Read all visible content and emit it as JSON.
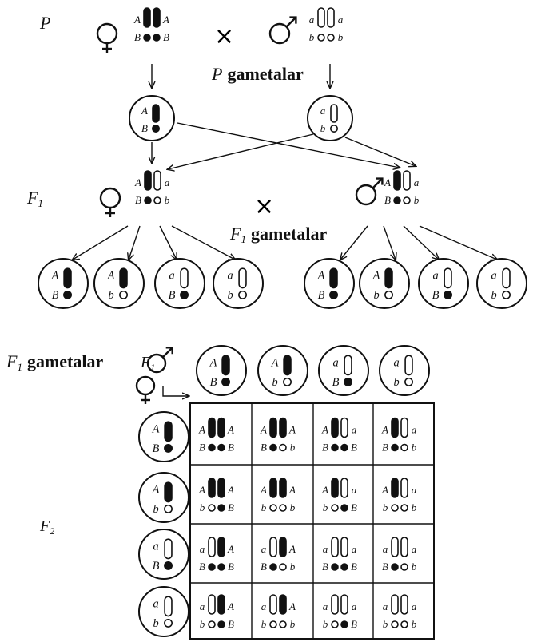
{
  "labels": {
    "parents": "P",
    "parent_gametes": "gametalar",
    "parent_gametes_prefix": "P",
    "f1": "F",
    "f1_sub": "1",
    "f1_gametes": "gametalar",
    "f2": "F",
    "f2_sub": "2",
    "cross": "×"
  },
  "parents": {
    "female": {
      "top_left": "A",
      "top_right": "A",
      "bottom_left": "B",
      "bottom_right": "B",
      "chromosomes": [
        "dark",
        "dark"
      ],
      "dots": [
        "filled",
        "filled"
      ]
    },
    "male": {
      "top_left": "a",
      "top_right": "a",
      "bottom_left": "b",
      "bottom_right": "b",
      "chromosomes": [
        "light",
        "light"
      ],
      "dots": [
        "open",
        "open"
      ]
    }
  },
  "p_gametes": [
    {
      "top": "A",
      "bottom": "B",
      "chromosome": "dark",
      "dot": "filled"
    },
    {
      "top": "a",
      "bottom": "b",
      "chromosome": "light",
      "dot": "open"
    }
  ],
  "f1": {
    "female": {
      "top_left": "A",
      "top_right": "a",
      "bottom_left": "B",
      "bottom_right": "b",
      "chromosomes": [
        "dark",
        "light"
      ],
      "dots": [
        "filled",
        "open"
      ]
    },
    "male": {
      "top_left": "A",
      "top_right": "a",
      "bottom_left": "B",
      "bottom_right": "b",
      "chromosomes": [
        "dark",
        "light"
      ],
      "dots": [
        "filled",
        "open"
      ]
    }
  },
  "f1_gametes": [
    {
      "top": "A",
      "bottom": "B",
      "chromosome": "dark",
      "dot": "filled"
    },
    {
      "top": "A",
      "bottom": "b",
      "chromosome": "dark",
      "dot": "open"
    },
    {
      "top": "a",
      "bottom": "B",
      "chromosome": "light",
      "dot": "filled"
    },
    {
      "top": "a",
      "bottom": "b",
      "chromosome": "light",
      "dot": "open"
    }
  ],
  "punnett": {
    "header_male": [
      {
        "top": "A",
        "bottom": "B",
        "chromosome": "dark",
        "dot": "filled"
      },
      {
        "top": "A",
        "bottom": "b",
        "chromosome": "dark",
        "dot": "open"
      },
      {
        "top": "a",
        "bottom": "B",
        "chromosome": "light",
        "dot": "filled"
      },
      {
        "top": "a",
        "bottom": "b",
        "chromosome": "light",
        "dot": "open"
      }
    ],
    "header_female": [
      {
        "top": "A",
        "bottom": "B",
        "chromosome": "dark",
        "dot": "filled"
      },
      {
        "top": "A",
        "bottom": "b",
        "chromosome": "dark",
        "dot": "open"
      },
      {
        "top": "a",
        "bottom": "B",
        "chromosome": "light",
        "dot": "filled"
      },
      {
        "top": "a",
        "bottom": "b",
        "chromosome": "light",
        "dot": "open"
      }
    ],
    "cells": [
      [
        {
          "tl": "A",
          "tr": "A",
          "bl": "B",
          "br": "B",
          "c": [
            "dark",
            "dark"
          ],
          "d": [
            "filled",
            "filled"
          ]
        },
        {
          "tl": "A",
          "tr": "A",
          "bl": "B",
          "br": "b",
          "c": [
            "dark",
            "dark"
          ],
          "d": [
            "filled",
            "open"
          ]
        },
        {
          "tl": "A",
          "tr": "a",
          "bl": "B",
          "br": "B",
          "c": [
            "dark",
            "light"
          ],
          "d": [
            "filled",
            "filled"
          ]
        },
        {
          "tl": "A",
          "tr": "a",
          "bl": "B",
          "br": "b",
          "c": [
            "dark",
            "light"
          ],
          "d": [
            "filled",
            "open"
          ]
        }
      ],
      [
        {
          "tl": "A",
          "tr": "A",
          "bl": "b",
          "br": "B",
          "c": [
            "dark",
            "dark"
          ],
          "d": [
            "open",
            "filled"
          ]
        },
        {
          "tl": "A",
          "tr": "A",
          "bl": "b",
          "br": "b",
          "c": [
            "dark",
            "dark"
          ],
          "d": [
            "open",
            "open"
          ]
        },
        {
          "tl": "A",
          "tr": "a",
          "bl": "b",
          "br": "B",
          "c": [
            "dark",
            "light"
          ],
          "d": [
            "open",
            "filled"
          ]
        },
        {
          "tl": "A",
          "tr": "a",
          "bl": "b",
          "br": "b",
          "c": [
            "dark",
            "light"
          ],
          "d": [
            "open",
            "open"
          ]
        }
      ],
      [
        {
          "tl": "a",
          "tr": "A",
          "bl": "B",
          "br": "B",
          "c": [
            "light",
            "dark"
          ],
          "d": [
            "filled",
            "filled"
          ]
        },
        {
          "tl": "a",
          "tr": "A",
          "bl": "B",
          "br": "b",
          "c": [
            "light",
            "dark"
          ],
          "d": [
            "filled",
            "open"
          ]
        },
        {
          "tl": "a",
          "tr": "a",
          "bl": "B",
          "br": "B",
          "c": [
            "light",
            "light"
          ],
          "d": [
            "filled",
            "filled"
          ]
        },
        {
          "tl": "a",
          "tr": "a",
          "bl": "B",
          "br": "b",
          "c": [
            "light",
            "light"
          ],
          "d": [
            "filled",
            "open"
          ]
        }
      ],
      [
        {
          "tl": "a",
          "tr": "A",
          "bl": "b",
          "br": "B",
          "c": [
            "light",
            "dark"
          ],
          "d": [
            "open",
            "filled"
          ]
        },
        {
          "tl": "a",
          "tr": "A",
          "bl": "b",
          "br": "b",
          "c": [
            "light",
            "dark"
          ],
          "d": [
            "open",
            "open"
          ]
        },
        {
          "tl": "a",
          "tr": "a",
          "bl": "b",
          "br": "B",
          "c": [
            "light",
            "light"
          ],
          "d": [
            "open",
            "filled"
          ]
        },
        {
          "tl": "a",
          "tr": "a",
          "bl": "b",
          "br": "b",
          "c": [
            "light",
            "light"
          ],
          "d": [
            "open",
            "open"
          ]
        }
      ]
    ]
  },
  "icons": {
    "female": "female-symbol-icon",
    "male": "male-symbol-icon"
  },
  "colors": {
    "ink": "#111111",
    "paper": "#ffffff"
  }
}
